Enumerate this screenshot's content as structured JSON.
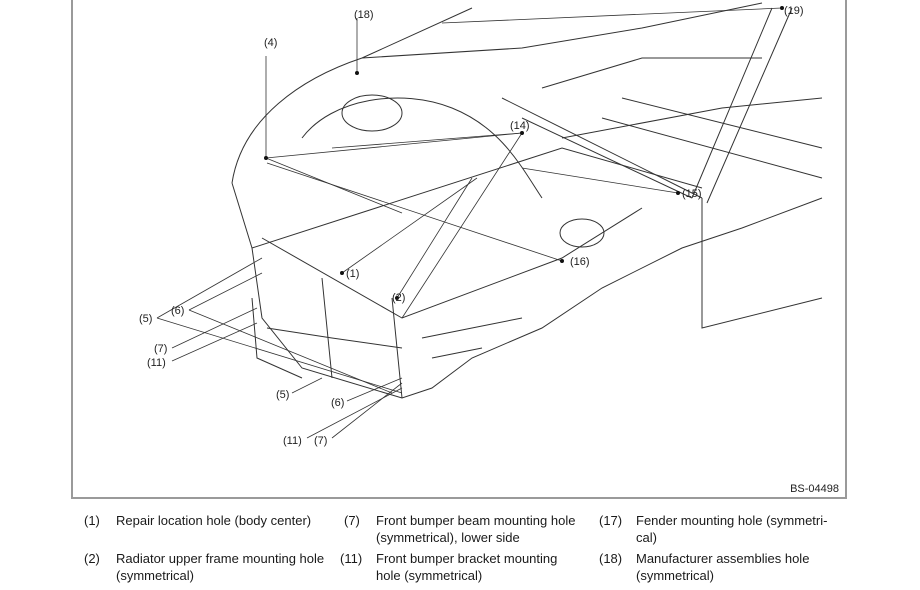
{
  "figure": {
    "id": "BS-04498",
    "callouts": {
      "c1": "(1)",
      "c2": "(2)",
      "c4": "(4)",
      "c5a": "(5)",
      "c5b": "(5)",
      "c6a": "(6)",
      "c6b": "(6)",
      "c7a": "(7)",
      "c7b": "(7)",
      "c11a": "(11)",
      "c11b": "(11)",
      "c14": "(14)",
      "c15": "(15)",
      "c16": "(16)",
      "c18": "(18)",
      "c19": "(19)"
    }
  },
  "legend": [
    {
      "num": "(1)",
      "text": "Repair location hole (body center)"
    },
    {
      "num": "(2)",
      "text": "Radiator upper frame mounting hole (symmetrical)"
    },
    {
      "num": "(7)",
      "text": "Front bumper beam mounting hole (symmetrical), lower side"
    },
    {
      "num": "(11)",
      "text": "Front bumper bracket mounting hole (symmetrical)"
    },
    {
      "num": "(17)",
      "text": "Fender mounting hole (symmetri-cal)"
    },
    {
      "num": "(18)",
      "text": "Manufacturer assemblies hole (symmetrical)"
    }
  ]
}
